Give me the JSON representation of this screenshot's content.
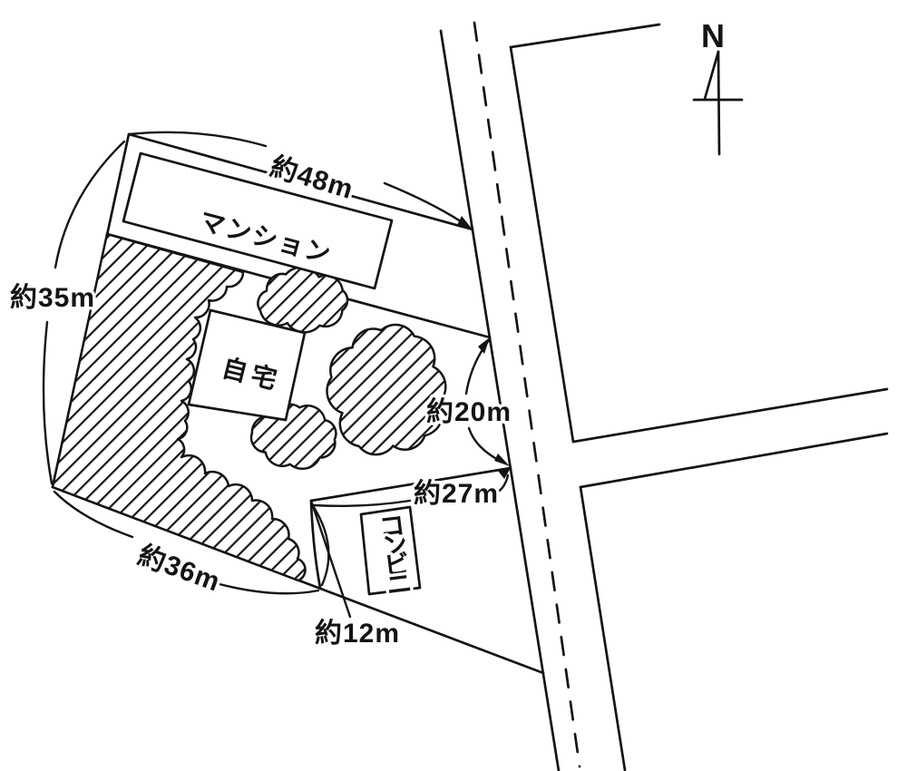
{
  "map": {
    "north_label": "N",
    "buildings": {
      "mansion": "マンション",
      "home": "自宅",
      "convenience_store": "コンビニ"
    },
    "dimensions": {
      "top_edge": "約48m",
      "left_edge": "約35m",
      "bottom_left_edge": "約36m",
      "store_side_edge": "約12m",
      "store_top_edge": "約27m",
      "road_frontage": "約20m"
    },
    "colors": {
      "line": "#141414",
      "background": "#ffffff"
    }
  }
}
